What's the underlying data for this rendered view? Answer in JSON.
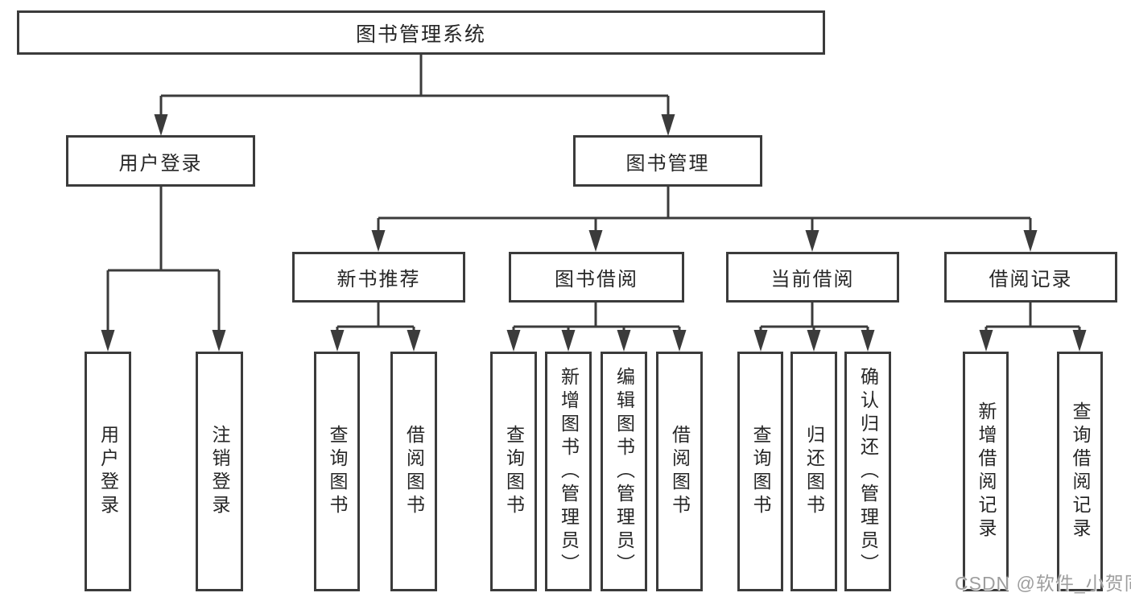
{
  "diagram": {
    "tree": {
      "label": "图书管理系统",
      "children": [
        {
          "label": "用户登录",
          "children": [
            {
              "label": "用户登录"
            },
            {
              "label": "注销登录"
            }
          ]
        },
        {
          "label": "图书管理",
          "children": [
            {
              "label": "新书推荐",
              "children": [
                {
                  "label": "查询图书"
                },
                {
                  "label": "借阅图书"
                }
              ]
            },
            {
              "label": "图书借阅",
              "children": [
                {
                  "label": "查询图书"
                },
                {
                  "label": "新增图书（管理员）"
                },
                {
                  "label": "编辑图书（管理员）"
                },
                {
                  "label": "借阅图书"
                }
              ]
            },
            {
              "label": "当前借阅",
              "children": [
                {
                  "label": "查询图书"
                },
                {
                  "label": "归还图书"
                },
                {
                  "label": "确认归还（管理员）"
                }
              ]
            },
            {
              "label": "借阅记录",
              "children": [
                {
                  "label": "新增借阅记录"
                },
                {
                  "label": "查询借阅记录"
                }
              ]
            }
          ]
        }
      ]
    },
    "watermark": "CSDN @软件_小贺同学",
    "colors": {
      "line": "#3b3b3b",
      "box_border": "#3b3b3b",
      "box_fill": "#ffffff",
      "text": "#262626",
      "watermark": "#9e9e9e",
      "background": "#ffffff"
    }
  }
}
